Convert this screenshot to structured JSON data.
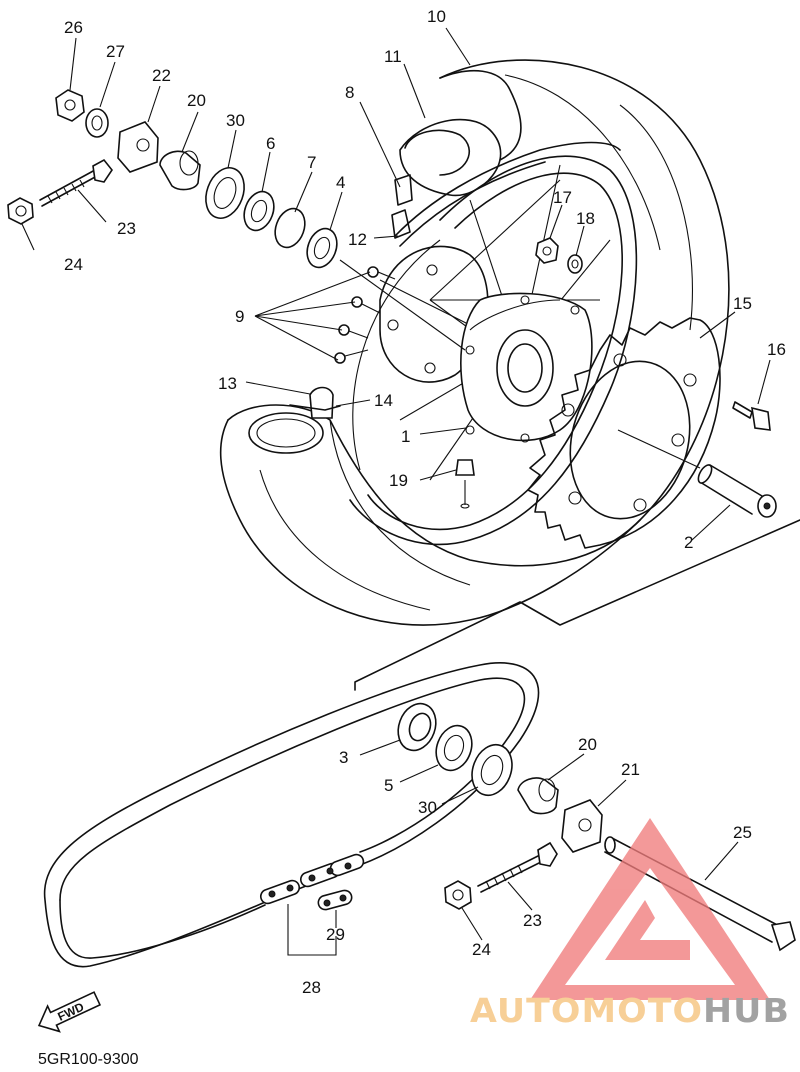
{
  "diagram_code": "5GR100-9300",
  "fwd_label": "FWD",
  "watermark": {
    "part1": "AUTOMOTO",
    "part2": "HUB",
    "color1": "#f6c27a",
    "color2": "#888888",
    "triangle": "#f07c7c"
  },
  "callouts": {
    "c10": "10",
    "c11": "11",
    "c8": "8",
    "c26": "26",
    "c27": "27",
    "c22": "22",
    "c20a": "20",
    "c30a": "30",
    "c6": "6",
    "c7": "7",
    "c4": "4",
    "c23a": "23",
    "c24a": "24",
    "c12": "12",
    "c17": "17",
    "c18": "18",
    "c9": "9",
    "c15": "15",
    "c16": "16",
    "c13": "13",
    "c14": "14",
    "c1": "1",
    "c19": "19",
    "c2": "2",
    "c3": "3",
    "c5": "5",
    "c30b": "30",
    "c20b": "20",
    "c21": "21",
    "c25": "25",
    "c23b": "23",
    "c24b": "24",
    "c29": "29",
    "c28": "28"
  }
}
